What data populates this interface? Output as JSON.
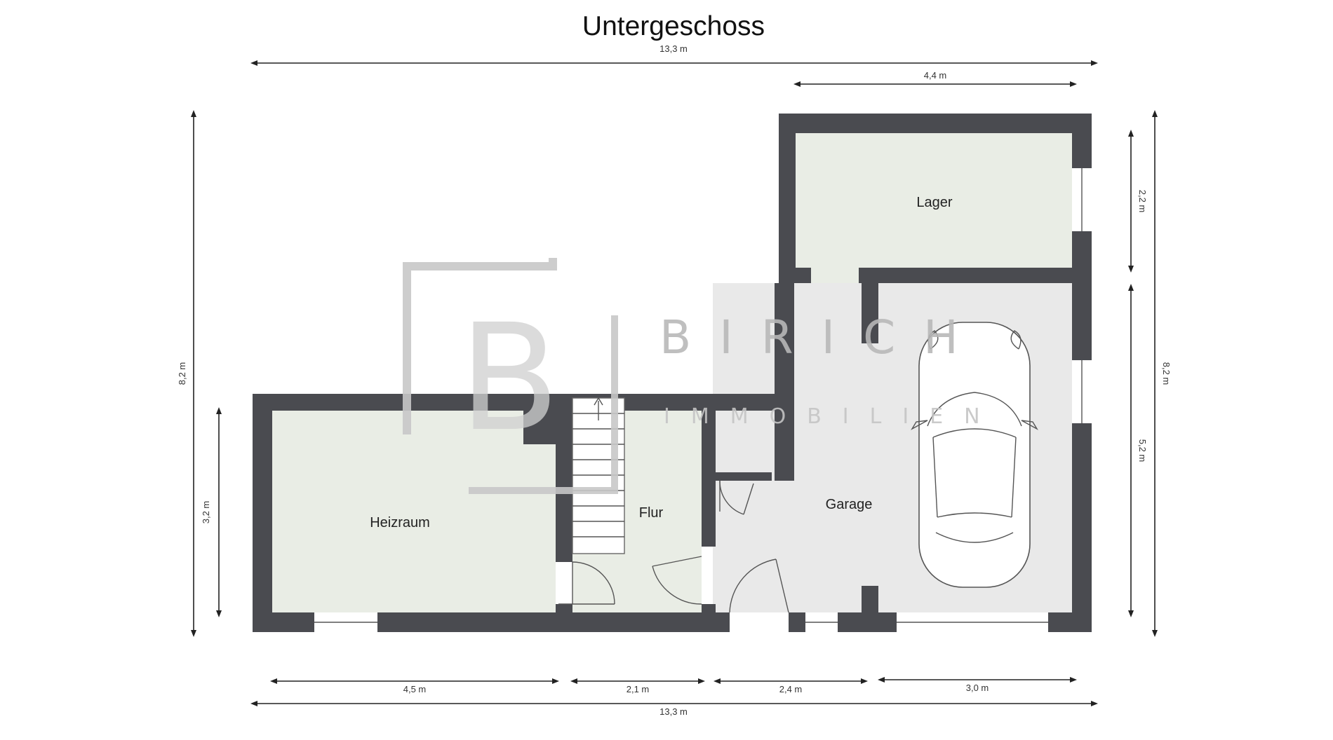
{
  "title": "Untergeschoss",
  "rooms": {
    "heizraum": "Heizraum",
    "flur": "Flur",
    "garage": "Garage",
    "lager": "Lager"
  },
  "dimensions": {
    "top_total": "13,3 m",
    "top_right": "4,4 m",
    "left_total": "8,2 m",
    "left_room": "3,2 m",
    "right_total": "8,2 m",
    "right_upper": "2,2 m",
    "right_lower": "5,2 m",
    "bottom_1": "4,5 m",
    "bottom_2": "2,1 m",
    "bottom_3": "2,4 m",
    "bottom_4": "3,0 m",
    "bottom_total": "13,3 m"
  },
  "watermark": {
    "letter": "B",
    "word": "BIRICH",
    "sub": "IMMOBILIEN"
  },
  "colors": {
    "wall": "#4a4b50",
    "floor": "#e9ede5",
    "garage_floor": "#e9e9e9"
  }
}
